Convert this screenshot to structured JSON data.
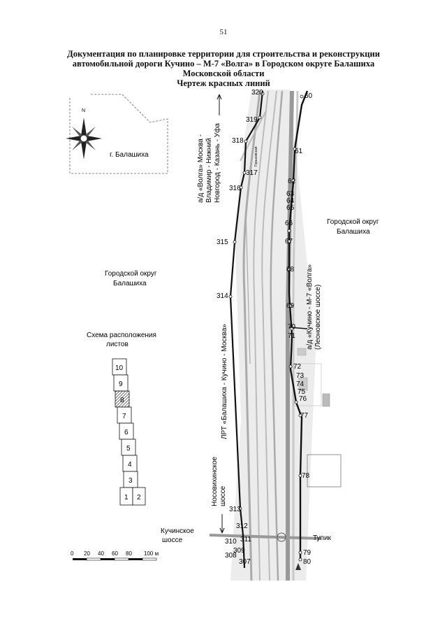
{
  "page_number": "51",
  "title": {
    "line1": "Документация по планировке территории для строительства и реконструкции",
    "line2": "автомобильной дороги Кучино – М-7 «Волга» в Городском округе Балашиха",
    "line3": "Московской области",
    "line4": "Чертеж красных линий"
  },
  "overview": {
    "north": "N",
    "city": "г. Балашиха"
  },
  "labels": {
    "district_left": [
      "Городской округ",
      "Балашиха"
    ],
    "district_right": [
      "Городской округ",
      "Балашиха"
    ],
    "highway_m7": [
      "а/д «Волга» Москва -",
      "Владимир - Нижний",
      "Новгород - Казань - Уфа"
    ],
    "road_kuchino": [
      "а/д «Кучино - М-7 «Волга»",
      "(Леоновское шоссе)"
    ],
    "lrt": "ЛРТ «Балашиха - Кучино - Москва»",
    "nosovikha": [
      "Носовихинское",
      "шоссе"
    ],
    "kuchino_road": [
      "Кучинское",
      "шоссе"
    ],
    "tupik": "Тупик",
    "small_road": "Горьковская"
  },
  "sheet_scheme": {
    "title": [
      "Схема расположения",
      "листов"
    ],
    "sheets": [
      "10",
      "9",
      "8",
      "7",
      "6",
      "5",
      "4",
      "3",
      "1",
      "2"
    ],
    "current": "8"
  },
  "scale_bar": {
    "ticks": [
      "0",
      "20",
      "40",
      "60",
      "80",
      "100 м"
    ]
  },
  "points_left": [
    "320",
    "319",
    "318",
    "317",
    "316",
    "315",
    "314",
    "313",
    "312",
    "311",
    "310",
    "309",
    "308",
    "307"
  ],
  "points_right": [
    "60",
    "61",
    "62",
    "63",
    "64",
    "65",
    "66",
    "67",
    "68",
    "69",
    "70",
    "71",
    "72",
    "73",
    "74",
    "75",
    "76",
    "77",
    "78",
    "79",
    "80"
  ]
}
